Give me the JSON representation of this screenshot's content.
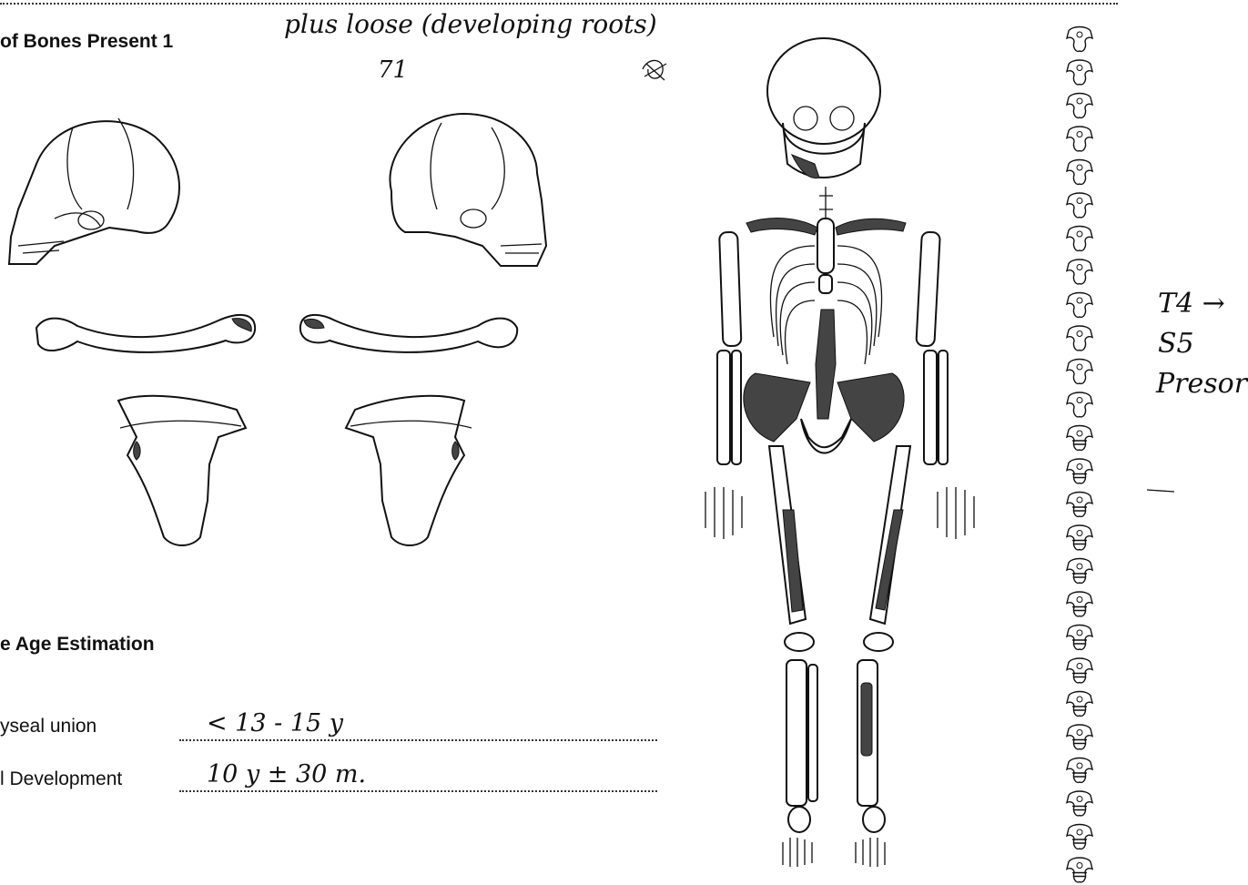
{
  "form": {
    "section_bones_heading": "of Bones Present 1",
    "section_age_heading": "e Age Estimation",
    "row1_label": "yseal union",
    "row1_value": "< 13 - 15 y",
    "row2_label": "l Development",
    "row2_value": "10 y ± 30 m."
  },
  "annotations": {
    "top_note_line1": "plus loose (developing roots)",
    "top_note_num": "71",
    "side_note_line1": "T4 →",
    "side_note_line2": "S5",
    "side_note_line3": "Presort"
  },
  "vertebrae": {
    "count": 26
  }
}
